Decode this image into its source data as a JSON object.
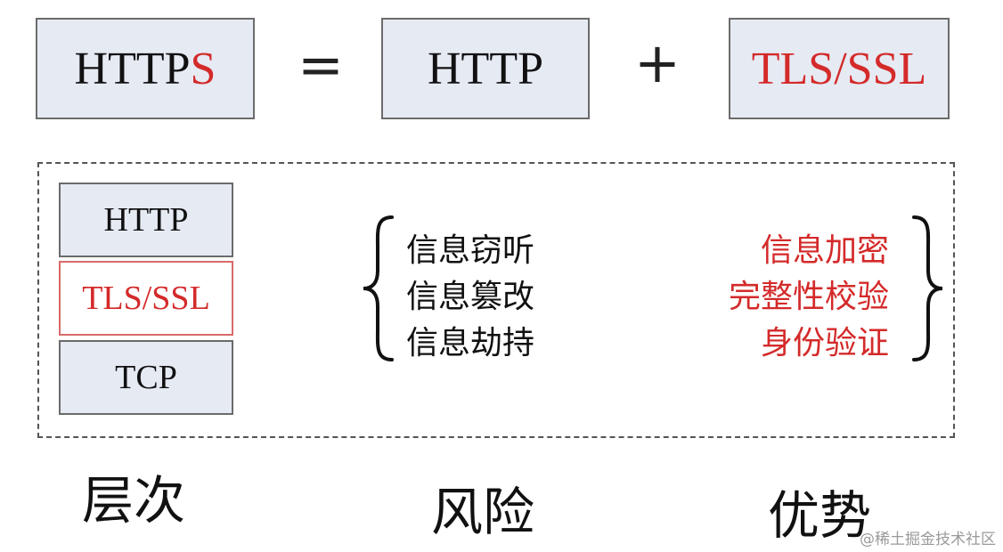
{
  "equation": {
    "https_base": "HTTP",
    "https_s": "S",
    "equals": "=",
    "http": "HTTP",
    "plus": "+",
    "tls_ssl": "TLS/SSL"
  },
  "layers": [
    "HTTP",
    "TLS/SSL",
    "TCP"
  ],
  "risks": [
    "信息窃听",
    "信息篡改",
    "信息劫持"
  ],
  "advantages": [
    "信息加密",
    "完整性校验",
    "身份验证"
  ],
  "captions": {
    "layers": "层次",
    "risks": "风险",
    "advantages": "优势"
  },
  "watermark": "@稀土掘金技术社区",
  "colors": {
    "accent_red": "#d42a2a",
    "box_fill": "#e6eaf3",
    "box_border": "#6b6b6b"
  }
}
